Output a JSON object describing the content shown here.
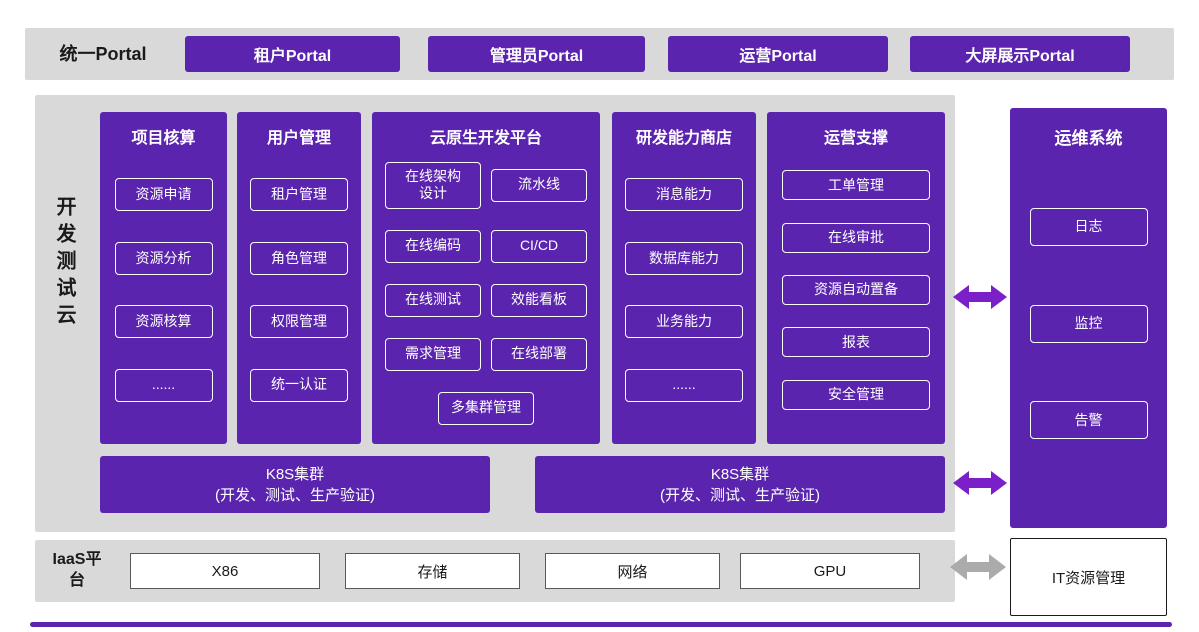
{
  "colors": {
    "purple": "#5B24AE",
    "arrow_purple": "#7B1FC9",
    "panel_gray": "#D9D9D9",
    "arrow_gray": "#ABABAB",
    "box_border": "#595959"
  },
  "portal_bar": {
    "label": "统一Portal",
    "items": [
      "租户Portal",
      "管理员Portal",
      "运营Portal",
      "大屏展示Portal"
    ]
  },
  "dev_cloud": {
    "label": "开发测试云",
    "columns": [
      {
        "title": "项目核算",
        "items": [
          "资源申请",
          "资源分析",
          "资源核算",
          "......"
        ]
      },
      {
        "title": "用户管理",
        "items": [
          "租户管理",
          "角色管理",
          "权限管理",
          "统一认证"
        ]
      },
      {
        "title": "云原生开发平台",
        "left_items": [
          "在线架构\n设计",
          "在线编码",
          "在线测试",
          "需求管理"
        ],
        "right_items": [
          "流水线",
          "CI/CD",
          "效能看板",
          "在线部署"
        ],
        "bottom_item": "多集群管理"
      },
      {
        "title": "研发能力商店",
        "items": [
          "消息能力",
          "数据库能力",
          "业务能力",
          "......"
        ]
      },
      {
        "title": "运营支撑",
        "items": [
          "工单管理",
          "在线审批",
          "资源自动置备",
          "报表",
          "安全管理"
        ]
      }
    ],
    "k8s_clusters": [
      {
        "line1": "K8S集群",
        "line2": "(开发、测试、生产验证)"
      },
      {
        "line1": "K8S集群",
        "line2": "(开发、测试、生产验证)"
      }
    ]
  },
  "ops_system": {
    "title": "运维系统",
    "items": [
      "日志",
      "监控",
      "告警"
    ]
  },
  "iaas": {
    "label": "IaaS平台",
    "items": [
      "X86",
      "存储",
      "网络",
      "GPU"
    ]
  },
  "it_resource": {
    "label": "IT资源管理"
  }
}
